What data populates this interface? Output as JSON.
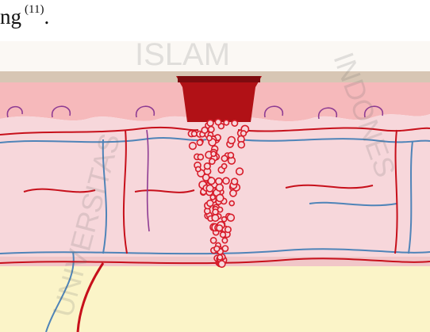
{
  "document": {
    "text_fragment": "ng",
    "citation": "(11)",
    "trailing_punctuation": "."
  },
  "watermark": {
    "words": [
      "ISLAM",
      "INDONES",
      "UNIVERSITAS"
    ]
  },
  "colors": {
    "skin_beige": "#d7c6b4",
    "skin_pink": "#f6b9bb",
    "dermis": "#f7d7db",
    "fat_layer": "#fbf4c8",
    "artery_red": "#c7101b",
    "vein_blue": "#4f84b8",
    "cup_red": "#b11116",
    "blood_cells": "#d71c2a"
  }
}
